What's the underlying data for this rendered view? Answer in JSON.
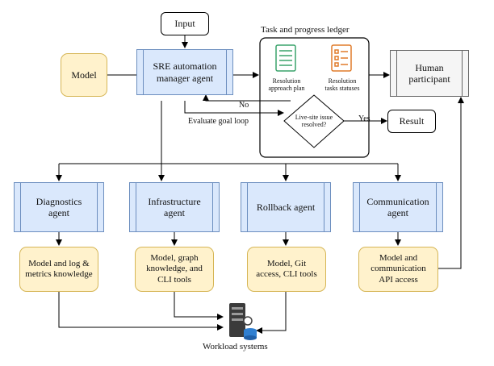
{
  "nodes": {
    "input": "Input",
    "model": "Model",
    "manager": "SRE automation manager agent",
    "ledger_title": "Task and progress ledger",
    "plan": "Resolution approach plan",
    "statuses": "Resolution tasks statuses",
    "decision": "Live-site issue resolved?",
    "human": "Human participant",
    "result": "Result",
    "diagnostics": "Diagnostics agent",
    "infrastructure": "Infrastructure agent",
    "rollback": "Rollback agent",
    "communication": "Communication agent",
    "diag_tools": "Model and log & metrics knowledge",
    "infra_tools": "Model, graph knowledge, and CLI tools",
    "rollback_tools": "Model, Git access, CLI tools",
    "comm_tools": "Model and communication API access",
    "workload": "Workload systems"
  },
  "edge_labels": {
    "no": "No",
    "yes": "Yes",
    "loop": "Evaluate goal loop"
  },
  "colors": {
    "agent_fill": "#dae8fc",
    "agent_stroke": "#6c8ebf",
    "tool_fill": "#fff2cc",
    "tool_stroke": "#d6b656",
    "human_fill": "#f5f5f5",
    "plan_icon": "#3aa36b",
    "status_icon": "#e07b2a"
  },
  "icons": [
    "checklist-icon",
    "task-list-icon",
    "server-database-icon"
  ]
}
